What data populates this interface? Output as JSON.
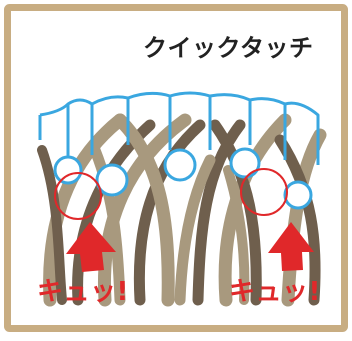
{
  "title": "クイックタッチ",
  "labels": {
    "left": "キュッ!",
    "right": "キュッ!"
  },
  "icons": {
    "comb": "comb-teeth-icon",
    "hair": "hair-strands-icon",
    "highlight": "contact-circle-icon",
    "arrow": "up-arrow-icon"
  },
  "colors": {
    "border": "#c8ad82",
    "comb": "#3aa7e0",
    "hair_dark": "#6f5f4d",
    "hair_light": "#a8997e",
    "accent": "#e0282a",
    "title_text": "#222222",
    "label_text": "#e0282a"
  }
}
